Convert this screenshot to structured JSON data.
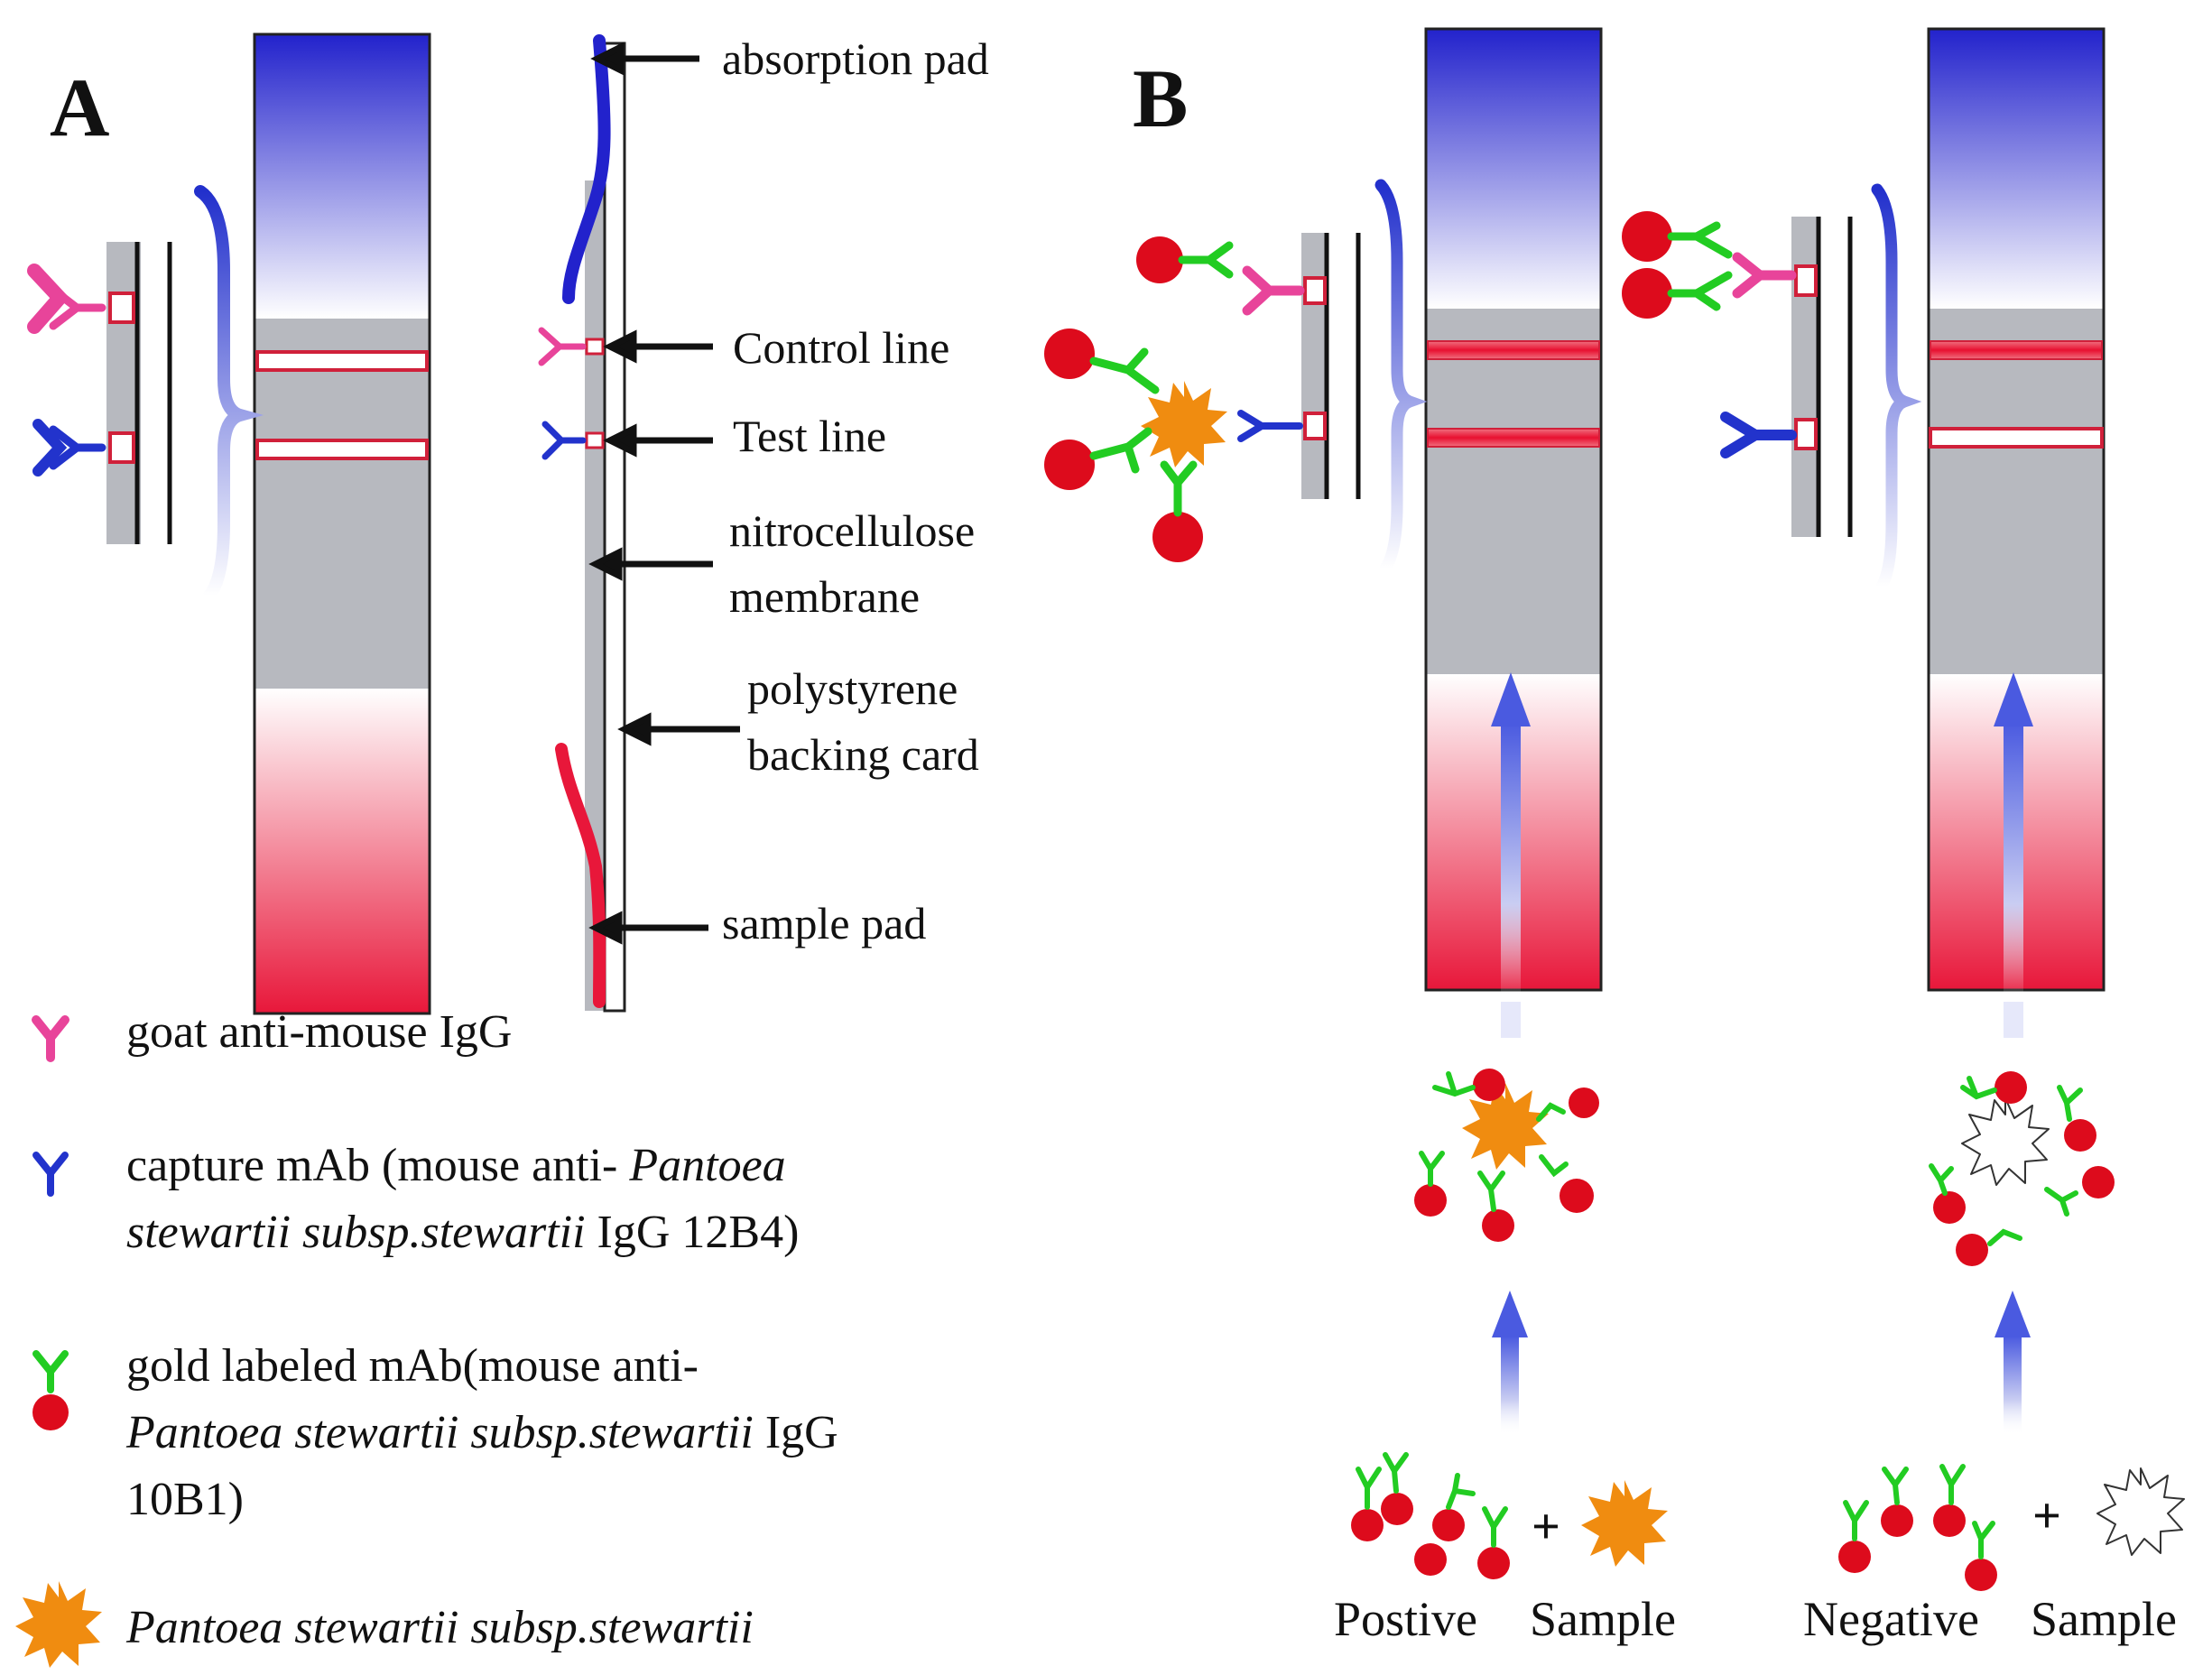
{
  "panels": {
    "a": "A",
    "b": "B"
  },
  "callouts": {
    "absorption_pad": "absorption pad",
    "control_line": "Control line",
    "test_line": "Test line",
    "nitrocellulose_1": "nitrocellulose",
    "nitrocellulose_2": "membrane",
    "backing_1": "polystyrene",
    "backing_2": "backing card",
    "sample_pad": "sample pad"
  },
  "legend": {
    "goat": "goat anti-mouse IgG",
    "capture_1": "capture mAb (mouse anti- ",
    "capture_1_italic": "Pantoea",
    "capture_2_italic": "stewartii subsp.stewartii",
    "capture_2": " IgG  12B4)",
    "gold_1": "gold labeled mAb(mouse anti-",
    "gold_2_italic": "Pantoea stewartii subsp.stewartii",
    "gold_2": " IgG",
    "gold_3": "10B1)",
    "pathogen_italic": "Pantoea stewartii subsp.stewartii"
  },
  "panel_b": {
    "positive_label": "Postive",
    "positive_sample": "Sample",
    "negative_label": "Negative",
    "negative_sample": "Sample",
    "plus": "+"
  },
  "colors": {
    "absorption_pad": "#2222cc",
    "sample_pad": "#e8173a",
    "membrane": "#b7b9bf",
    "goat_antibody": "#e8449a",
    "capture_antibody": "#2233cc",
    "gold_antibody": "#22cc22",
    "gold_particle": "#dd0b1c",
    "pathogen": "#f08c10"
  }
}
